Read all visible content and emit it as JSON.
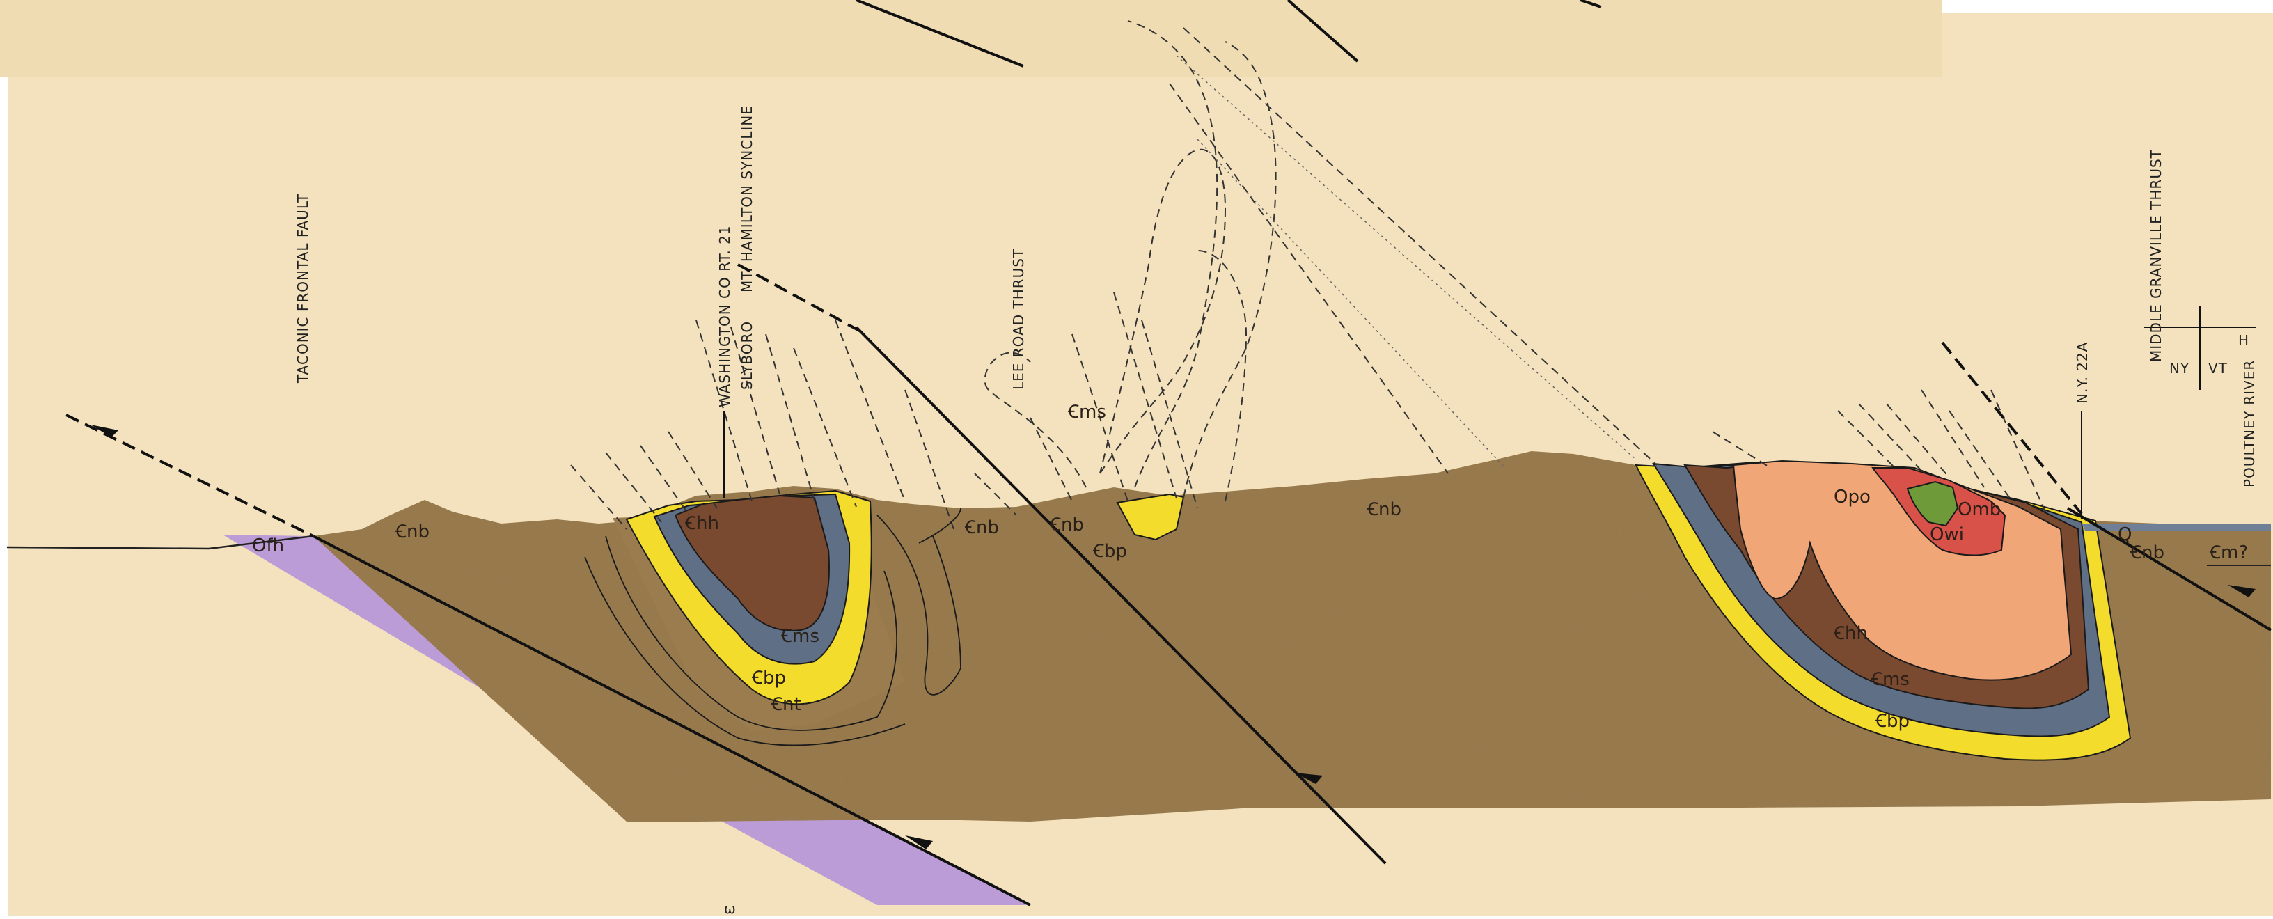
{
  "faults": {
    "taconic": "TACONIC FRONTAL FAULT",
    "lee_road": "LEE ROAD THRUST",
    "middle_granville": "MIDDLE GRANVILLE THRUST"
  },
  "localities": {
    "washington_co": "WASHINGTON CO RT. 21",
    "slyboro": "SLYBORO",
    "mt_hamilton": "MT. HAMILTON SYNCLINE",
    "ny22a": "N.Y. 22A",
    "poultney_river": "POULTNEY RIVER",
    "h": "H",
    "ny": "NY",
    "vt": "VT"
  },
  "units": {
    "ofh": "Ofh",
    "cnb1": "Ꞓnb",
    "chh1": "Ꞓhh",
    "cms1": "Ꞓms",
    "cbp1": "Ꞓbp",
    "cnt": "Ꞓnt",
    "cms2": "Ꞓms",
    "cnb2": "Ꞓnb",
    "cnb3": "Ꞓnb",
    "cbp2": "Ꞓbp",
    "cnb4": "Ꞓnb",
    "opo": "Opo",
    "omb": "Omb",
    "owi": "Owi",
    "chh2": "Ꞓhh",
    "cms3": "Ꞓms",
    "cbp3": "Ꞓbp",
    "cnb5": "Ꞓnb",
    "cm": "Ꞓm?",
    "q": "Q"
  },
  "colors": {
    "paper": "#f3e2bd",
    "brown": "#9a7c4e",
    "dark_brown": "#7a4a30",
    "blue": "#5f6f86",
    "yellow": "#f4dc2c",
    "salmon": "#f0a676",
    "red": "#d8524a",
    "green": "#6f9a3a",
    "purple": "#b696d8"
  },
  "footer_mark": "ω"
}
